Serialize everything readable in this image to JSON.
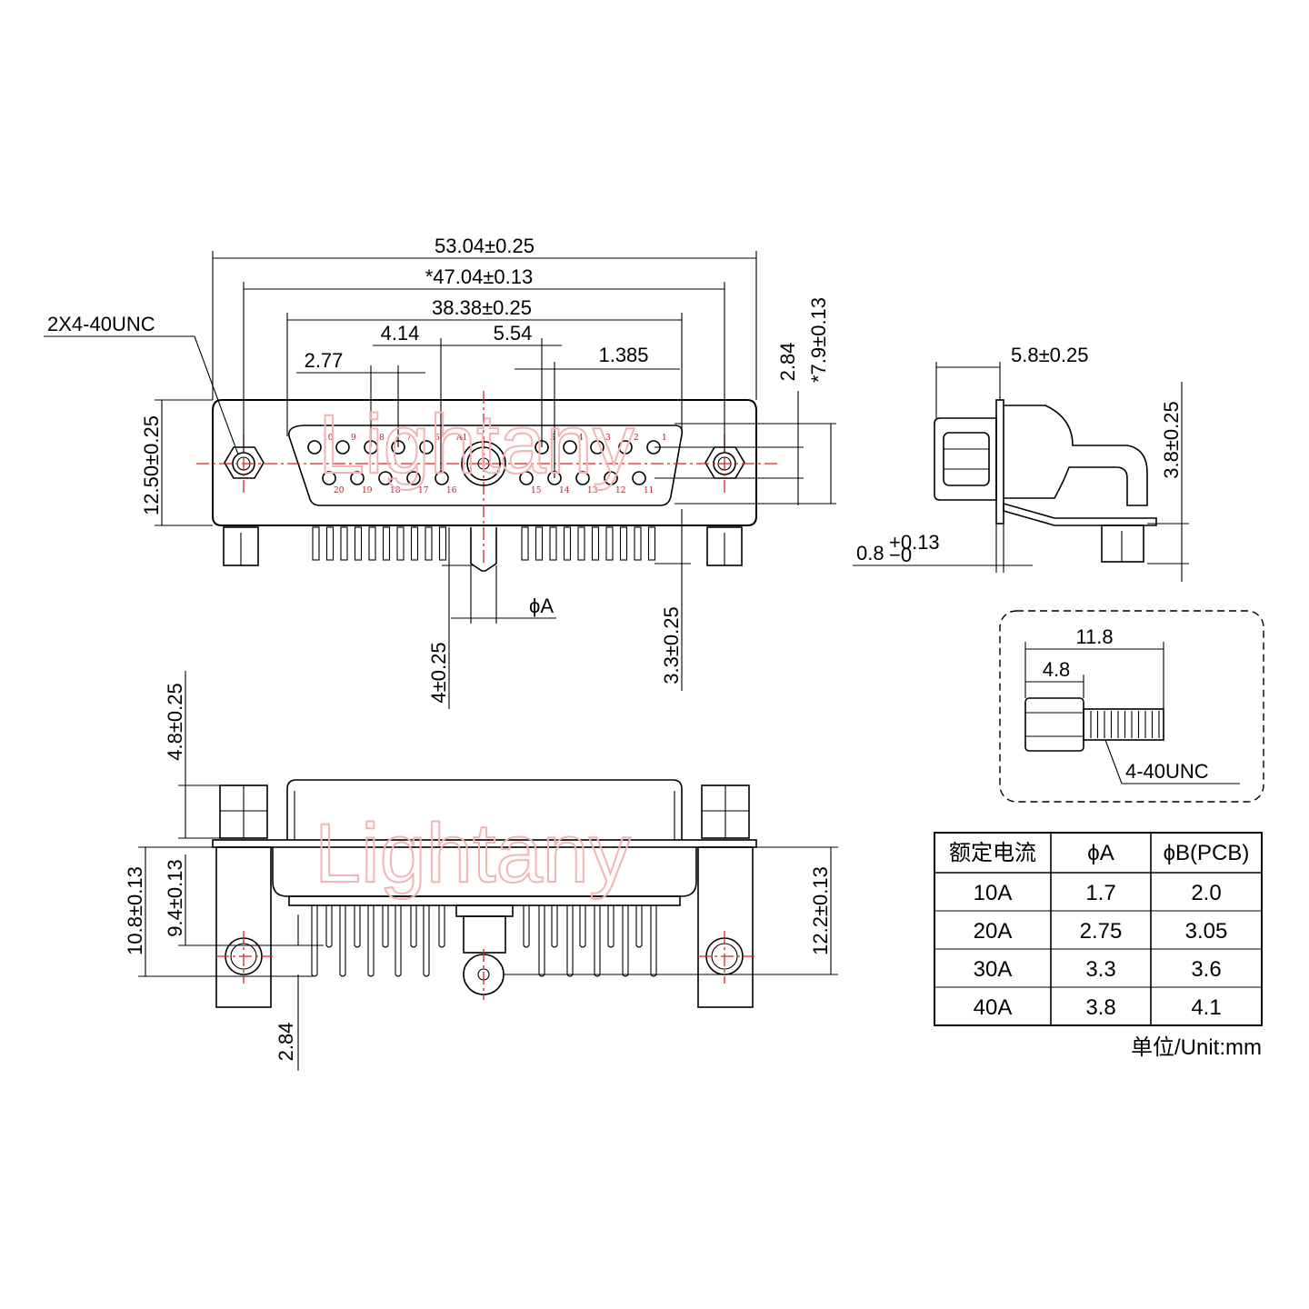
{
  "dimensions": {
    "overall_width": "53.04±0.25",
    "mount_hole_spacing": "*47.04±0.13",
    "shell_width": "38.38±0.25",
    "pitch_414": "4.14",
    "pitch_554": "5.54",
    "pitch_277": "2.77",
    "pitch_1385": "1.385",
    "thread_label": "2X4-40UNC",
    "height_1250": "12.50±0.25",
    "row_284": "2.84",
    "height_79": "*7.9±0.13",
    "phi_a": "ϕA",
    "len_4": "4±0.25",
    "len_33": "3.3±0.25",
    "side_58": "5.8±0.25",
    "side_38": "3.8±0.25",
    "side_08": "0.8",
    "side_08_tol_upper": "+0.13",
    "side_08_tol_lower": "−0",
    "screw_118": "11.8",
    "screw_48": "4.8",
    "screw_thread": "4-40UNC",
    "bottom_48": "4.8±0.25",
    "bottom_108": "10.8±0.13",
    "bottom_94": "9.4±0.13",
    "bottom_122": "12.2±0.13",
    "bottom_284": "2.84"
  },
  "pins": {
    "top_row": [
      "10",
      "9",
      "8",
      "7",
      "6",
      "A1",
      "5",
      "4",
      "3",
      "2",
      "1"
    ],
    "bottom_row": [
      "20",
      "19",
      "18",
      "17",
      "16",
      "15",
      "14",
      "13",
      "12",
      "11"
    ]
  },
  "watermark": "Lightany",
  "table": {
    "headers": [
      "额定电流",
      "ϕA",
      "ϕB(PCB)"
    ],
    "rows": [
      [
        "10A",
        "1.7",
        "2.0"
      ],
      [
        "20A",
        "2.75",
        "3.05"
      ],
      [
        "30A",
        "3.3",
        "3.6"
      ],
      [
        "40A",
        "3.8",
        "4.1"
      ]
    ],
    "unit_note": "单位/Unit:mm"
  }
}
